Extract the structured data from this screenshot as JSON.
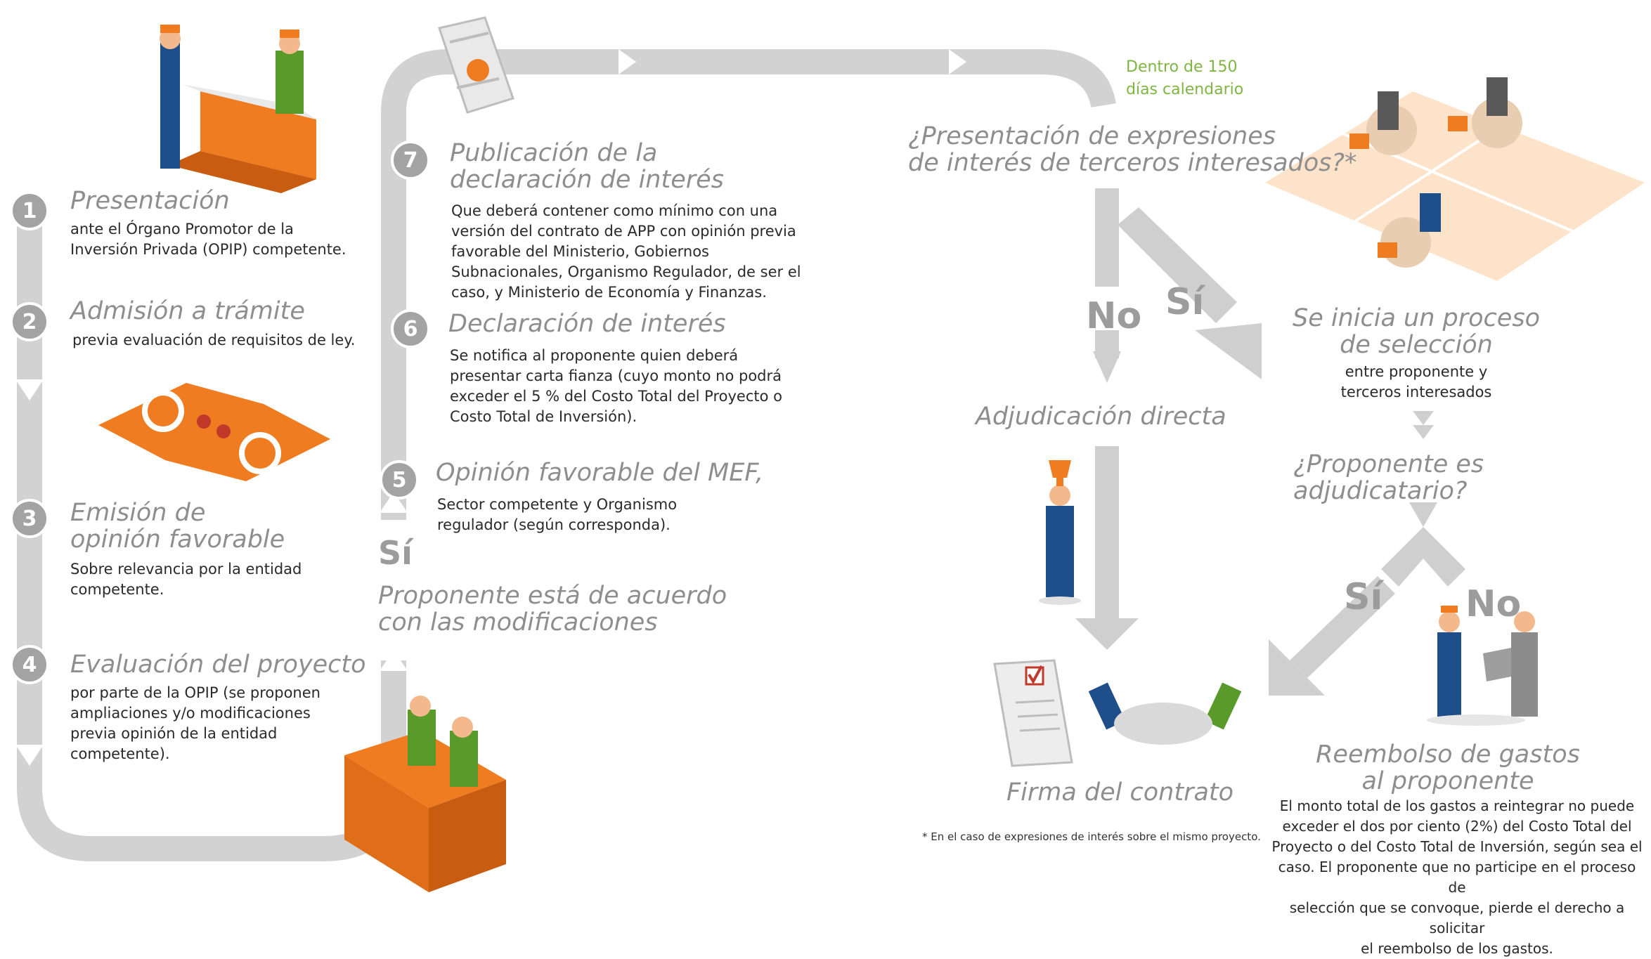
{
  "steps": [
    {
      "num": "1",
      "title": "Presentación",
      "body": "ante el Órgano Promotor de la\nInversión Privada (OPIP) competente."
    },
    {
      "num": "2",
      "title": "Admisión a trámite",
      "body": "previa evaluación de requisitos de ley."
    },
    {
      "num": "3",
      "title": "Emisión de\nopinión favorable",
      "body": "Sobre relevancia por la entidad\ncompetente."
    },
    {
      "num": "4",
      "title": "Evaluación del proyecto",
      "body": "por parte de la OPIP (se proponen\nampliaciones y/o modificaciones\nprevia opinión de la entidad\ncompetente)."
    },
    {
      "num": "5",
      "title": "Opinión favorable del MEF,",
      "body": "Sector competente y Organismo\nregulador (según corresponda)."
    },
    {
      "num": "6",
      "title": "Declaración de interés",
      "body": "Se notifica al proponente quien deberá\npresentar carta fianza (cuyo monto no podrá\nexceder el 5 % del Costo Total del Proyecto o\nCosto Total de Inversión)."
    },
    {
      "num": "7",
      "title": "Publicación de la\ndeclaración de interés",
      "body": "Que deberá contener como mínimo con una\nversión del contrato de APP con opinión previa\nfavorable del Ministerio, Gobiernos\nSubnacionales, Organismo Regulador, de ser el\ncaso, y Ministerio de Economía y Finanzas."
    }
  ],
  "agreement": {
    "yes": "Sí",
    "question": "Proponente está de acuerdo\ncon las modificaciones"
  },
  "deadline": "Dentro de 150\ndías calendario",
  "third_party_question": "¿Presentación de expresiones\nde interés de terceros interesados?*",
  "branch_no": "No",
  "branch_yes": "Sí",
  "direct_award": "Adjudicación directa",
  "selection": {
    "title": "Se inicia un proceso\nde selección",
    "body": "entre proponente y\nterceros interesados"
  },
  "awardee_question": "¿Proponente es adjudicatario?",
  "awardee_yes": "Sí",
  "awardee_no": "No",
  "contract": "Firma del contrato",
  "footnote": "* En el caso de expresiones de interés sobre el mismo proyecto.",
  "reimbursement": {
    "title": "Reembolso de gastos\nal proponente",
    "body": "El monto total de los gastos a reintegrar no puede\nexceder el dos por ciento (2%) del Costo Total del\nProyecto o del Costo Total de Inversión, según sea el\ncaso. El proponente que no participe en el proceso de\nselección que se convoque, pierde el derecho a solicitar\nel reembolso de los gastos."
  },
  "colors": {
    "path": "#cfcfcf",
    "orange": "#f07c22",
    "green": "#7fb543",
    "suit": "#1f4f8b"
  }
}
